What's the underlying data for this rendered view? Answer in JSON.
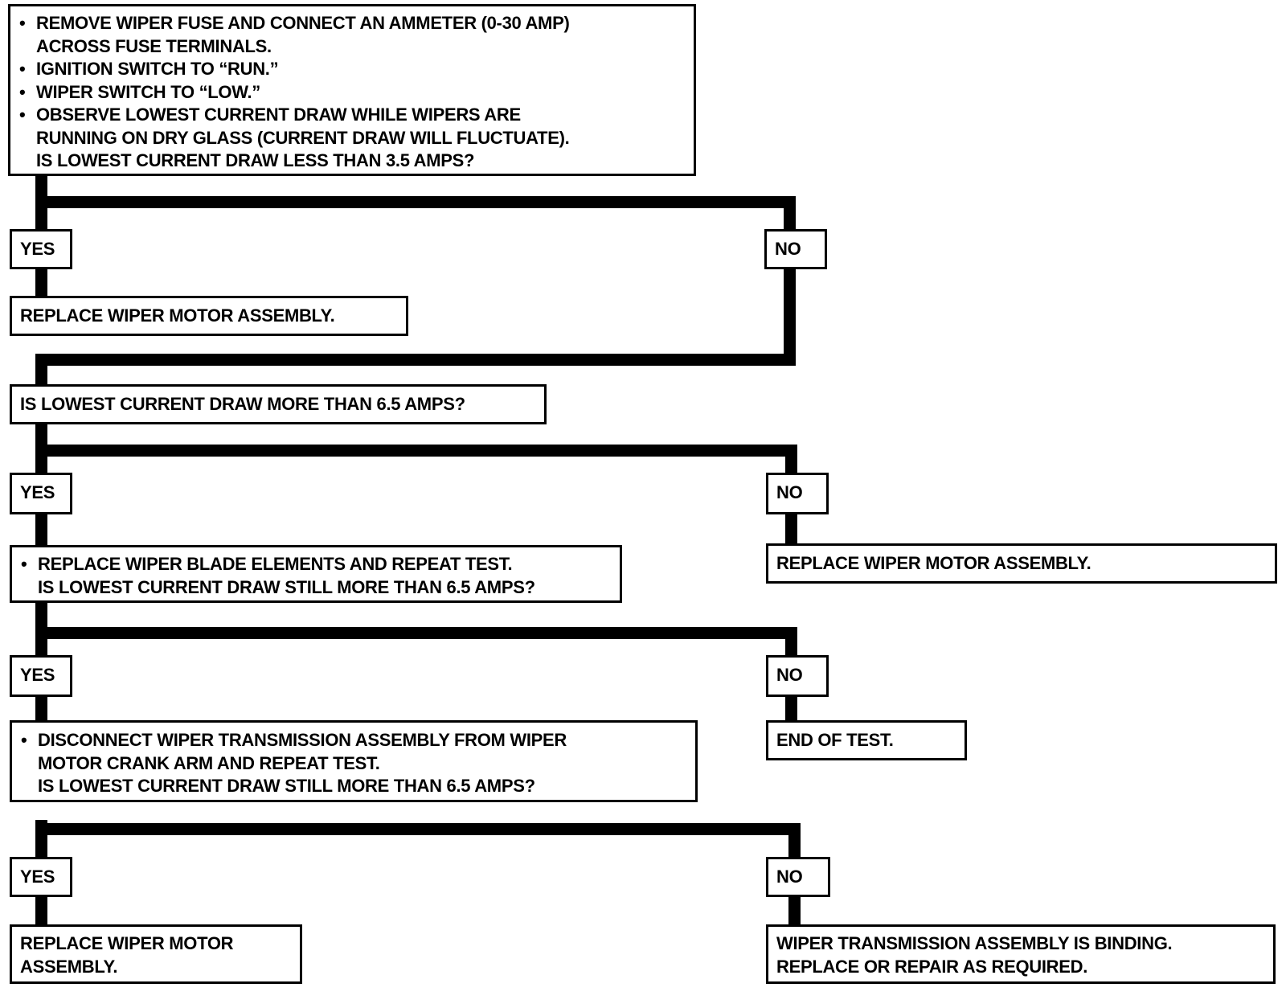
{
  "step1": {
    "lines": [
      "REMOVE WIPER FUSE AND CONNECT AN AMMETER (0-30 AMP)",
      "ACROSS FUSE TERMINALS.",
      "IGNITION SWITCH TO “RUN.”",
      "WIPER SWITCH TO “LOW.”",
      "OBSERVE LOWEST CURRENT DRAW WHILE WIPERS ARE",
      "RUNNING ON DRY GLASS (CURRENT DRAW WILL FLUCTUATE).",
      "IS LOWEST CURRENT DRAW LESS THAN 3.5 AMPS?"
    ]
  },
  "branch1": {
    "yes": "YES",
    "no": "NO",
    "yes_result": "REPLACE WIPER MOTOR ASSEMBLY."
  },
  "step2": {
    "question": "IS LOWEST CURRENT DRAW MORE THAN 6.5 AMPS?"
  },
  "branch2": {
    "yes": "YES",
    "no": "NO",
    "no_result": "REPLACE WIPER MOTOR ASSEMBLY."
  },
  "step3": {
    "lines": [
      "REPLACE WIPER BLADE ELEMENTS AND REPEAT TEST.",
      "IS LOWEST CURRENT DRAW STILL MORE THAN 6.5 AMPS?"
    ]
  },
  "branch3": {
    "yes": "YES",
    "no": "NO",
    "no_result": "END OF TEST."
  },
  "step4": {
    "lines": [
      "DISCONNECT WIPER TRANSMISSION ASSEMBLY FROM WIPER",
      "MOTOR CRANK ARM AND REPEAT TEST.",
      "IS LOWEST CURRENT DRAW STILL MORE THAN 6.5 AMPS?"
    ]
  },
  "branch4": {
    "yes": "YES",
    "no": "NO",
    "yes_result": [
      "REPLACE WIPER MOTOR",
      "ASSEMBLY."
    ],
    "no_result": [
      "WIPER TRANSMISSION ASSEMBLY IS BINDING.",
      "REPLACE OR REPAIR AS REQUIRED."
    ]
  },
  "colors": {
    "line": "#000000",
    "background": "#ffffff"
  }
}
